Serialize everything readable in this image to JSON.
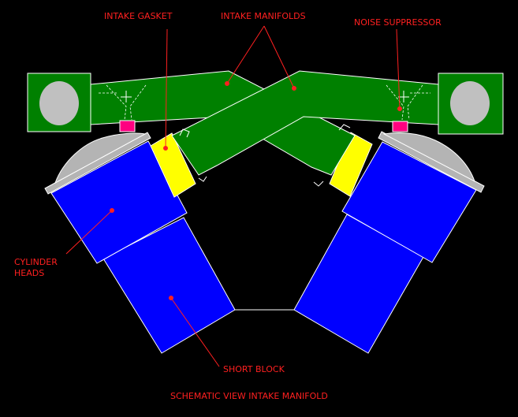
{
  "labels": {
    "intake_gasket": "INTAKE GASKET",
    "intake_manifolds": "INTAKE MANIFOLDS",
    "noise_suppressor": "NOISE SUPPRESSOR",
    "cylinder_heads_line1": "CYLINDER",
    "cylinder_heads_line2": "HEADS",
    "short_block": "SHORT BLOCK",
    "caption": "SCHEMATIC VIEW INTAKE MANIFOLD"
  },
  "colors": {
    "background": "#000000",
    "manifold": "#008000",
    "filter_disc": "#c0c0c0",
    "block": "#0000ff",
    "gasket": "#ffff00",
    "suppressor": "#ff0080",
    "valve_cover": "#b4b4b4",
    "label": "#ff2020",
    "outline": "#ffffff"
  }
}
